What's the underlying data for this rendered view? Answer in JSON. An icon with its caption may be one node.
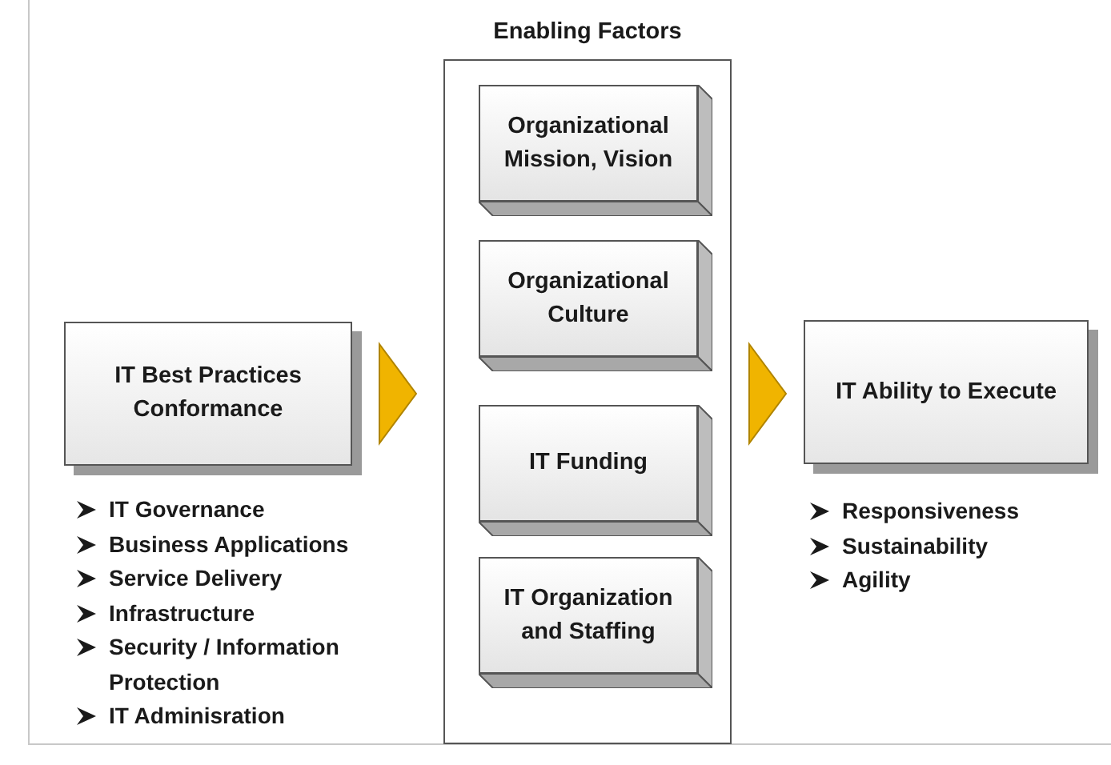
{
  "diagram": {
    "nodes": [
      {
        "text": [
          "IT Best Practices Conformance"
        ],
        "beside": [
          "IT Governance",
          "Business Applications",
          "Service Delivery",
          "Infrastructure",
          "Security / Information Protection",
          "IT Adminisration"
        ]
      },
      {
        "text": [
          "Enabling Factors"
        ]
      },
      {
        "text": [
          "Organizational Mission, Vision"
        ],
        "in": 1
      },
      {
        "text": [
          "Organizational Culture"
        ],
        "in": 1
      },
      {
        "text": [
          "IT Funding"
        ],
        "in": 1
      },
      {
        "text": [
          "IT Organization and Staffing"
        ],
        "in": 1
      },
      {
        "text": [
          "IT Ability to Execute"
        ],
        "beside": [
          "Responsiveness",
          "Sustainability",
          "Agility"
        ]
      }
    ],
    "edges": [
      {
        "from": 0,
        "to": 1,
        "arrow": "to"
      },
      {
        "from": 1,
        "to": 6,
        "arrow": "to"
      }
    ]
  }
}
